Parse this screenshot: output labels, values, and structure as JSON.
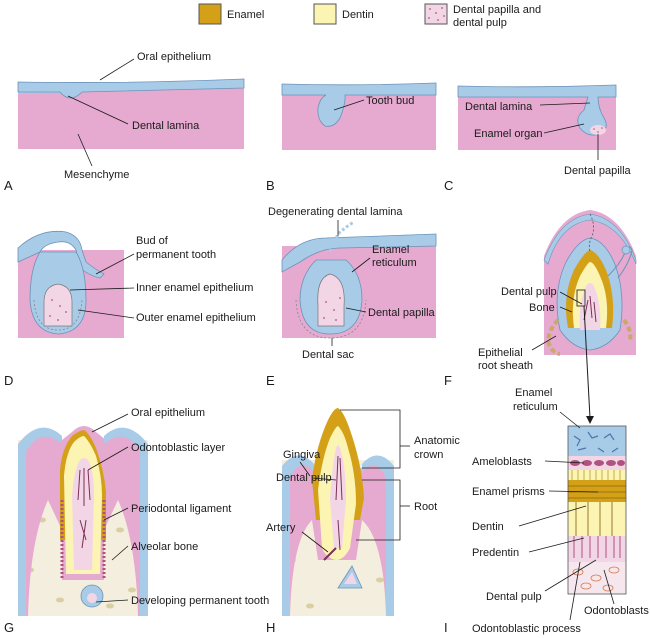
{
  "legend": {
    "items": [
      {
        "label": "Enamel",
        "color": "#d4a017"
      },
      {
        "label": "Dentin",
        "color": "#fcf4b3"
      },
      {
        "label": "Dental papilla and",
        "label2": "dental pulp",
        "color": "#f3d6e6"
      }
    ]
  },
  "colors": {
    "epithelium": "#a8cbe8",
    "mesenchyme": "#e6a9cf",
    "enamel": "#d4a017",
    "dentin": "#fcf4b3",
    "pulp": "#f3d6e6",
    "bone": "#f3eedd",
    "outline": "#555555"
  },
  "panels": [
    {
      "letter": "A",
      "labels": [
        "Oral epithelium",
        "Dental lamina",
        "Mesenchyme"
      ]
    },
    {
      "letter": "B",
      "labels": [
        "Tooth bud"
      ]
    },
    {
      "letter": "C",
      "labels": [
        "Dental lamina",
        "Enamel organ",
        "Dental papilla"
      ]
    },
    {
      "letter": "D",
      "labels": [
        "Bud of",
        "permanent tooth",
        "Inner enamel epithelium",
        "Outer enamel epithelium"
      ]
    },
    {
      "letter": "E",
      "labels": [
        "Degenerating dental lamina",
        "Enamel",
        "reticulum",
        "Dental papilla",
        "Dental sac"
      ]
    },
    {
      "letter": "F",
      "labels": [
        "Dental pulp",
        "Bone",
        "Epithelial",
        "root sheath"
      ]
    },
    {
      "letter": "G",
      "labels": [
        "Oral epithelium",
        "Odontoblastic layer",
        "Periodontal ligament",
        "Alveolar bone",
        "Developing permanent tooth"
      ]
    },
    {
      "letter": "H",
      "labels": [
        "Gingiva",
        "Dental pulp",
        "Artery",
        "Anatomic",
        "crown",
        "Root"
      ]
    },
    {
      "letter": "I",
      "labels": [
        "Enamel",
        "reticulum",
        "Ameloblasts",
        "Enamel prisms",
        "Dentin",
        "Predentin",
        "Dental pulp",
        "Odontoblasts",
        "Odontoblastic process"
      ]
    }
  ]
}
